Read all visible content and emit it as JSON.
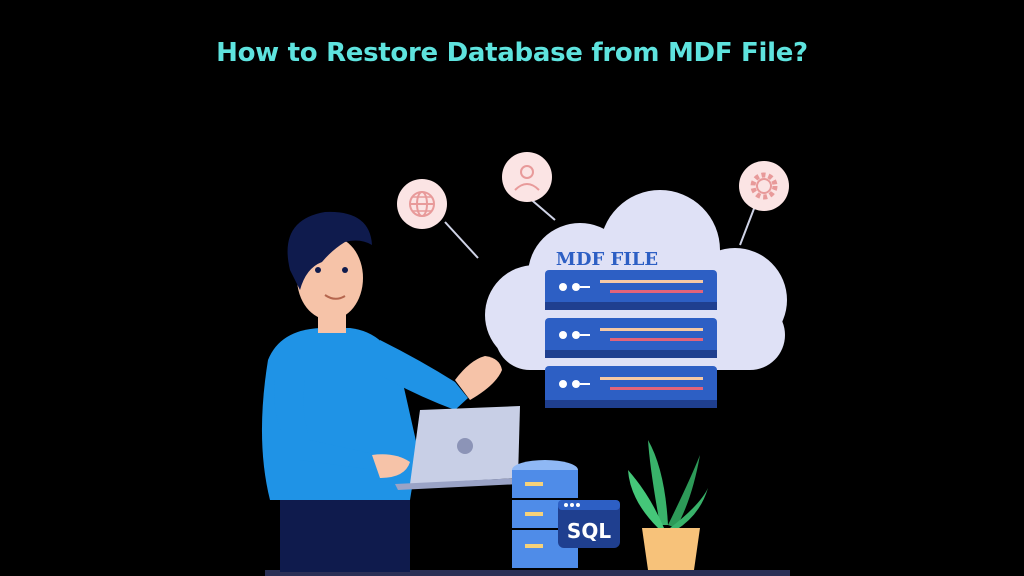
{
  "heading": {
    "text": "How to Restore Database from MDF File?"
  },
  "cloud_label": "MDF FILE",
  "sql_badge": "SQL",
  "colors": {
    "background": "#000000",
    "title": "#5ee3de",
    "cloud": "#dfe1f6",
    "server_blue": "#2d5fc4",
    "server_dark": "#1f3f8f",
    "accent_peach": "#f6c9a5",
    "accent_pink": "#e2637a",
    "icon_circle": "#fbe4e4",
    "icon_stroke": "#e89a9a",
    "shirt": "#1f93e6",
    "hair": "#0f1b4d",
    "skin": "#f6c3a8",
    "laptop": "#c8cfe6",
    "plant_leaf": "#39b26a",
    "pot": "#f7c27a",
    "db_stack": "#4f8ce8"
  },
  "icons": [
    "globe-icon",
    "user-icon",
    "gear-icon"
  ]
}
